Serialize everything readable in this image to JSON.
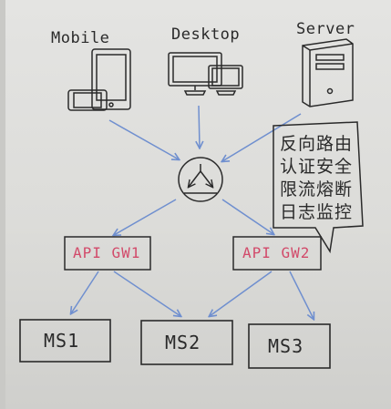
{
  "clients": [
    {
      "label": "Mobile"
    },
    {
      "label": "Desktop"
    },
    {
      "label": "Server"
    }
  ],
  "gateways": [
    {
      "label": "API GW1"
    },
    {
      "label": "API GW2"
    }
  ],
  "services": [
    {
      "label": "MS1"
    },
    {
      "label": "MS2"
    },
    {
      "label": "MS3"
    }
  ],
  "note": {
    "lines": [
      "反向路由",
      "认证安全",
      "限流熔断",
      "日志监控"
    ]
  },
  "colors": {
    "ink": "#2a2a2a",
    "arrow": "#6f8fcf",
    "gateway_text": "#d24a6a"
  },
  "icons": {
    "mobile": "phone-tablet-icon",
    "desktop": "monitor-icon",
    "server": "server-tower-icon",
    "load_balancer": "load-balancer-icon"
  }
}
